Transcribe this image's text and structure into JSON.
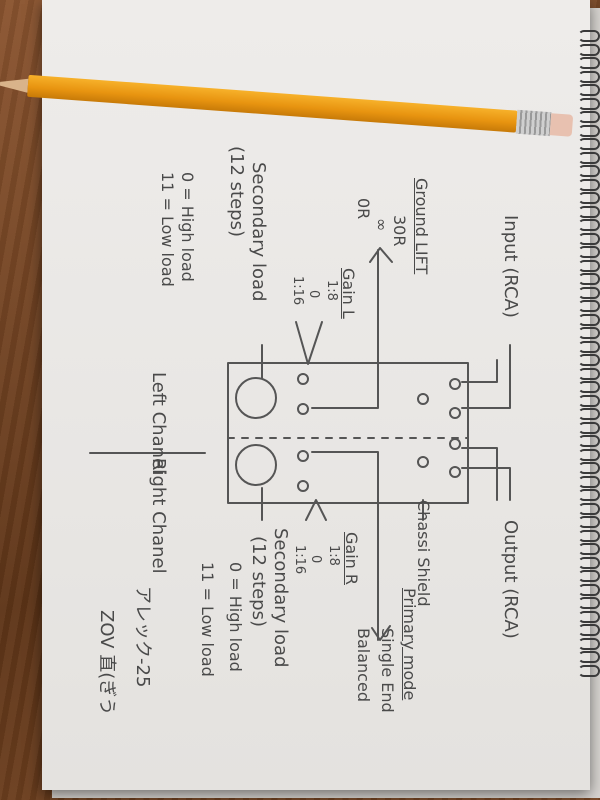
{
  "labels": {
    "input": "Input (RCA)",
    "output": "Output (RCA)",
    "ground_lift_title": "Ground LIFT",
    "ground_lift_30r": "30R",
    "ground_lift_inf": "∞",
    "ground_lift_0r": "0R",
    "gain_l_title": "Gain L",
    "gain_l_18": "1:8",
    "gain_l_0": "0",
    "gain_l_116": "1:16",
    "gain_r_title": "Gain R",
    "gain_r_18": "1:8",
    "gain_r_0": "0",
    "gain_r_116": "1:16",
    "secondary_load_l": "Secondary load",
    "steps_l": "(12 steps)",
    "high_load_l": "0 = High load",
    "low_load_l": "11 = Low load",
    "secondary_load_r": "Secondary load",
    "steps_r": "(12 steps)",
    "high_load_r": "0 = High load",
    "low_load_r": "11 = Low load",
    "left_channel": "Left Chanel",
    "right_channel": "Right Chanel",
    "chassi_shield": "Chassi Shield",
    "primary_mode": "Primary mode",
    "single_ended": "Single End",
    "balanced": "Balanced",
    "signature_1": "アレック‑25",
    "signature_2": "ZOV 直(ぎう"
  }
}
